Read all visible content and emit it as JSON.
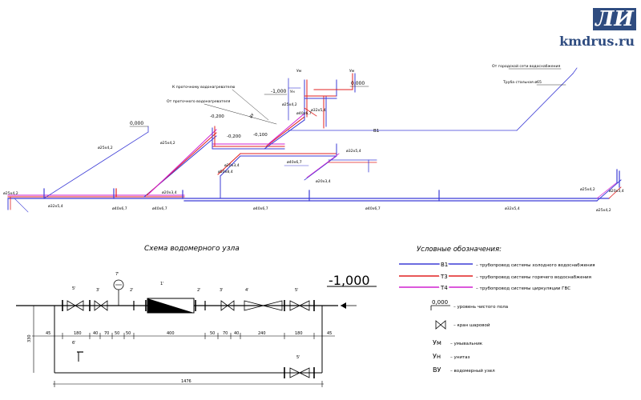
{
  "logo": {
    "mark": "ЛИ",
    "site": "kmdrus.ru"
  },
  "iso": {
    "level_labels": [
      "0,000",
      "-1,000",
      "0,000"
    ],
    "elev_marks": [
      "-0,200",
      "-0,200",
      "-0,100"
    ],
    "pipe_labels": {
      "a": "ø25х4,2",
      "b": "ø25х4,2",
      "c": "ø25х4,2",
      "d": "ø25х4,2",
      "e": "ø25х4,2",
      "f": "ø25х4,2",
      "g": "ø32х5,4",
      "h": "ø32х5,4",
      "i": "ø32х5,4",
      "j": "ø32х5,4",
      "k": "ø40х6,7",
      "l": "ø40х6,7",
      "m": "ø40х6,7",
      "n": "ø40х6,7",
      "o": "ø40х6,7",
      "p": "ø20х3,4",
      "q": "ø20х3,4",
      "r": "ø20х3,4",
      "s": "ø20х3,4",
      "t": "ø50х8,4",
      "u": "ø40х6,7"
    },
    "notes": {
      "to_heater": "К проточному водонагревателю",
      "from_heater": "От проточного водонагревателя",
      "city_net": "От городской сети водоснабжения",
      "steel_pipe": "Труба стальная ø65",
      "b1": "В1",
      "vu": "ВУ",
      "um": "Ум",
      "un": "Ун"
    }
  },
  "meter": {
    "title": "Схема водомерного узла",
    "level": "-1,000",
    "numbers": [
      "5'",
      "3'",
      "7'",
      "2'",
      "1'",
      "2'",
      "3'",
      "4'",
      "5'",
      "6'",
      "5'"
    ],
    "dims_top": [
      "45",
      "180",
      "40",
      "70",
      "50",
      "50",
      "400",
      "50",
      "70",
      "40",
      "240",
      "180",
      "45"
    ],
    "dim_vertical": "330",
    "dim_total": "1476"
  },
  "legend": {
    "title": "Условные обозначения:",
    "items": [
      {
        "code": "В1",
        "color": "#3b3bd6",
        "text": "– трубопровод системы холодного водоснабжения"
      },
      {
        "code": "Т3",
        "color": "#e02020",
        "text": "– трубопровод системы горячего водоснабжения"
      },
      {
        "code": "Т4",
        "color": "#d020d0",
        "text": "– трубопровод системы циркуляции ГВС"
      }
    ],
    "floor_value": "0,000",
    "floor_text": "– уровень чистого пола",
    "valve_text": "– кран шаровой",
    "abbr": [
      {
        "code": "Ум",
        "text": "– умывальник"
      },
      {
        "code": "Ун",
        "text": "– унитаз"
      },
      {
        "code": "ВУ",
        "text": "– водомерный узел"
      }
    ]
  }
}
